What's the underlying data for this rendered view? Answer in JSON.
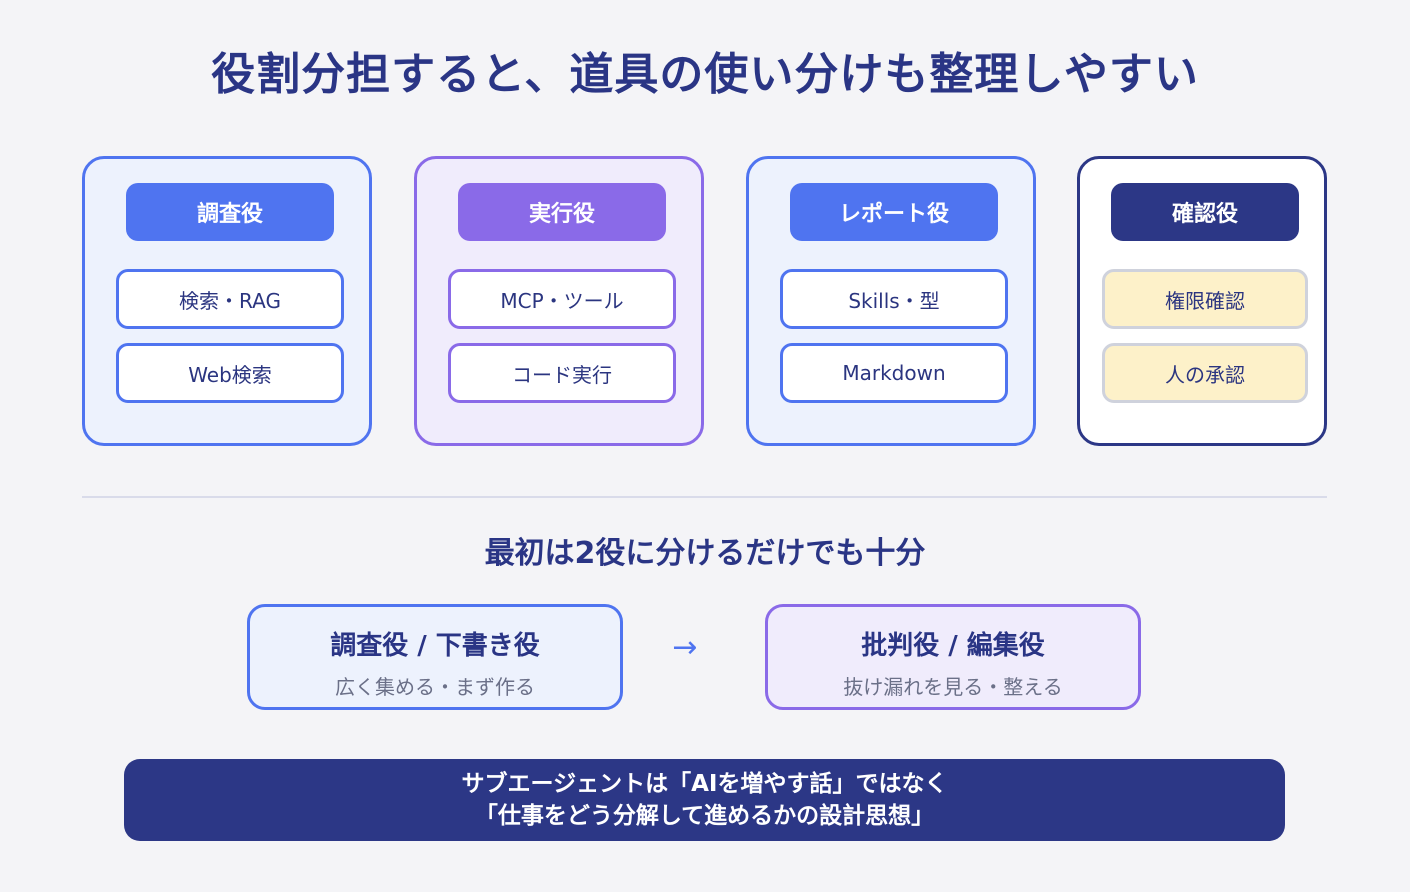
{
  "title": "役割分担すると、道具の使い分けも整理しやすい",
  "roles": [
    {
      "name": "調査役",
      "tools": [
        "検索・RAG",
        "Web検索"
      ]
    },
    {
      "name": "実行役",
      "tools": [
        "MCP・ツール",
        "コード実行"
      ]
    },
    {
      "name": "レポート役",
      "tools": [
        "Skills・型",
        "Markdown"
      ]
    },
    {
      "name": "確認役",
      "tools": [
        "権限確認",
        "人の承認"
      ]
    }
  ],
  "subtitle": "最初は2役に分けるだけでも十分",
  "steps": [
    {
      "title": "調査役 / 下書き役",
      "desc": "広く集める・まず作る"
    },
    {
      "title": "批判役 / 編集役",
      "desc": "抜け漏れを見る・整える"
    }
  ],
  "arrow": "→",
  "banner": {
    "line1": "サブエージェントは「AIを増やす話」ではなく",
    "line2": "「仕事をどう分解して進めるかの設計思想」"
  },
  "colors": {
    "blue": "#4f74f0",
    "purple": "#8a6ae8",
    "navy": "#2c3786",
    "yellow": "#fdf1c9",
    "background": "#f4f4f7"
  }
}
